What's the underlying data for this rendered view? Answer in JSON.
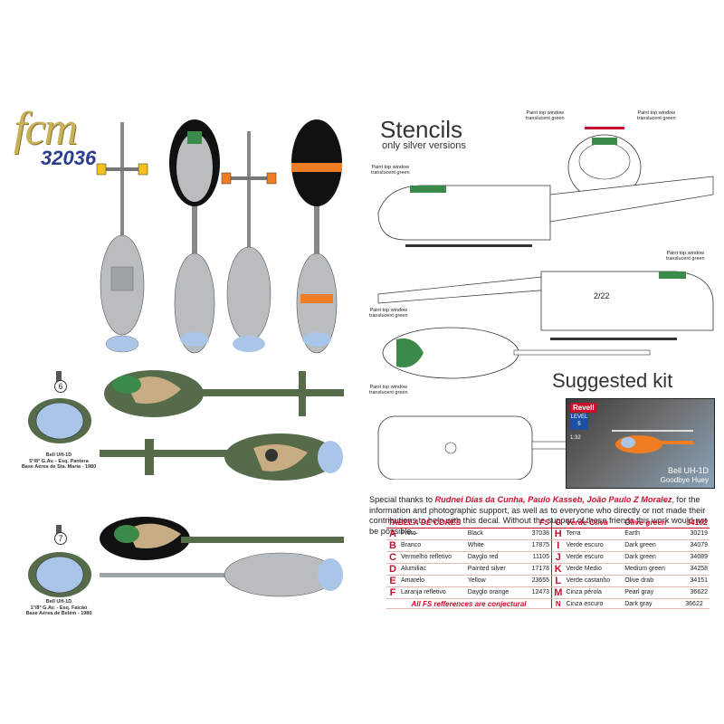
{
  "logo": {
    "brand": "fcm",
    "number": "32036"
  },
  "stencils": {
    "title": "Stencils",
    "subtitle": "only silver versions"
  },
  "suggested_title": "Suggested kit",
  "kit": {
    "brand": "Revell",
    "level": "LEVEL 5",
    "scale": "1:32",
    "title": "Bell UH-1D",
    "subtitle": "Goodbye Huey"
  },
  "notes": {
    "paint_top_window": "Paint top window",
    "translucent_green": "translucent green",
    "fuselage_code": "2/22"
  },
  "captions": {
    "six": {
      "line1": "Bell UH-1D",
      "line2": "5°/8° G.Av. - Esq. Pantera",
      "line3": "Base Aérea de Sta. Maria - 1980",
      "num": "6"
    },
    "seven": {
      "line1": "Bell UH-1D",
      "line2": "1°/8° G.Av. - Esq. Falcão",
      "line3": "Base Aérea de Belém - 1980",
      "num": "7"
    }
  },
  "thanks": {
    "prefix": "Special thanks to ",
    "names": "Rudnei Dias da Cunha, Paulo Kasseb, João Paulo Z Moralez",
    "suffix": ", for the information and photographic support, as well as to everyone who directly or not made their contributions to help with this decal. Without the support of these friends this work would not be possible..."
  },
  "color_table": {
    "header_title": "TABELA DE CORES",
    "header_fs": "FS",
    "left": [
      {
        "letter": "A",
        "pt": "Preto",
        "en": "Black",
        "fs": "37038"
      },
      {
        "letter": "B",
        "pt": "Branco",
        "en": "White",
        "fs": "17875"
      },
      {
        "letter": "C",
        "pt": "Vermelho refletivo",
        "en": "Dayglo red",
        "fs": "11105"
      },
      {
        "letter": "D",
        "pt": "Alumiliac",
        "en": "Painted silver",
        "fs": "17178"
      },
      {
        "letter": "E",
        "pt": "Amarelo",
        "en": "Yellow",
        "fs": "23655"
      },
      {
        "letter": "F",
        "pt": "Laranja refletivo",
        "en": "Dayglo orange",
        "fs": "12473"
      }
    ],
    "right": [
      {
        "letter": "G",
        "pt": "Verde Oliva",
        "en": "Olive green",
        "fs": "34102"
      },
      {
        "letter": "H",
        "pt": "Terra",
        "en": "Earth",
        "fs": "30219"
      },
      {
        "letter": "I",
        "pt": "Verde escuro",
        "en": "Dark green",
        "fs": "34079"
      },
      {
        "letter": "J",
        "pt": "Verde escuro",
        "en": "Dark green",
        "fs": "34089"
      },
      {
        "letter": "K",
        "pt": "Verde Medio",
        "en": "Medium green",
        "fs": "34258"
      },
      {
        "letter": "L",
        "pt": "Verde castanho",
        "en": "Olive drab",
        "fs": "34151"
      },
      {
        "letter": "M",
        "pt": "Cinza pérola",
        "en": "Pearl gray",
        "fs": "36622"
      },
      {
        "letter": "N",
        "pt": "Cinza escuro",
        "en": "Dark gray",
        "fs": "36622"
      }
    ],
    "note": "All FS refferences are conjectural"
  },
  "colors": {
    "accent_red": "#c8102e",
    "badge_orange": "#d94a2a",
    "olive": "#556b4a",
    "earth": "#c8ad84",
    "silver": "#b9bdbf",
    "blue_glass": "#a9c6e8",
    "yellow": "#f2c21b",
    "dayglo_orange": "#ee7d24",
    "logo_gold": "#c9b15a",
    "logo_blue": "#2a3d8f"
  }
}
